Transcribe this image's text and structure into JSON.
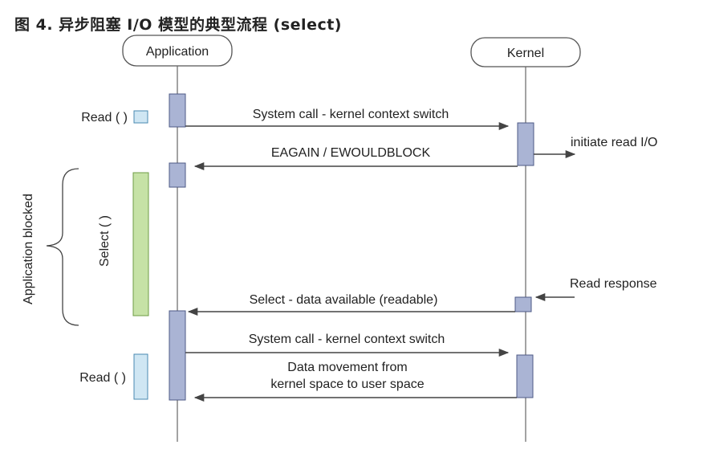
{
  "title": "图 4. 异步阻塞 I/O 模型的典型流程 (select)",
  "lifelines": {
    "application": "Application",
    "kernel": "Kernel"
  },
  "messages": {
    "syscall_1": "System call - kernel context switch",
    "eagain": "EAGAIN / EWOULDBLOCK",
    "select_available": "Select - data available (readable)",
    "syscall_2": "System call - kernel context switch",
    "data_movement_line1": "Data movement from",
    "data_movement_line2": "kernel space to user space"
  },
  "notes": {
    "initiate_read": "initiate read I/O",
    "read_response": "Read response",
    "read_1": "Read ( )",
    "read_2": "Read ( )",
    "select": "Select ( )",
    "app_blocked": "Application blocked"
  },
  "colors": {
    "activation_fill": "#aab4d4",
    "activation_stroke": "#4d5a86",
    "read_box_fill": "#cfe6f3",
    "read_box_stroke": "#4a8ab0",
    "select_bar_fill": "#c6e2a6",
    "select_bar_stroke": "#6f9c45",
    "arrow": "#444444"
  }
}
